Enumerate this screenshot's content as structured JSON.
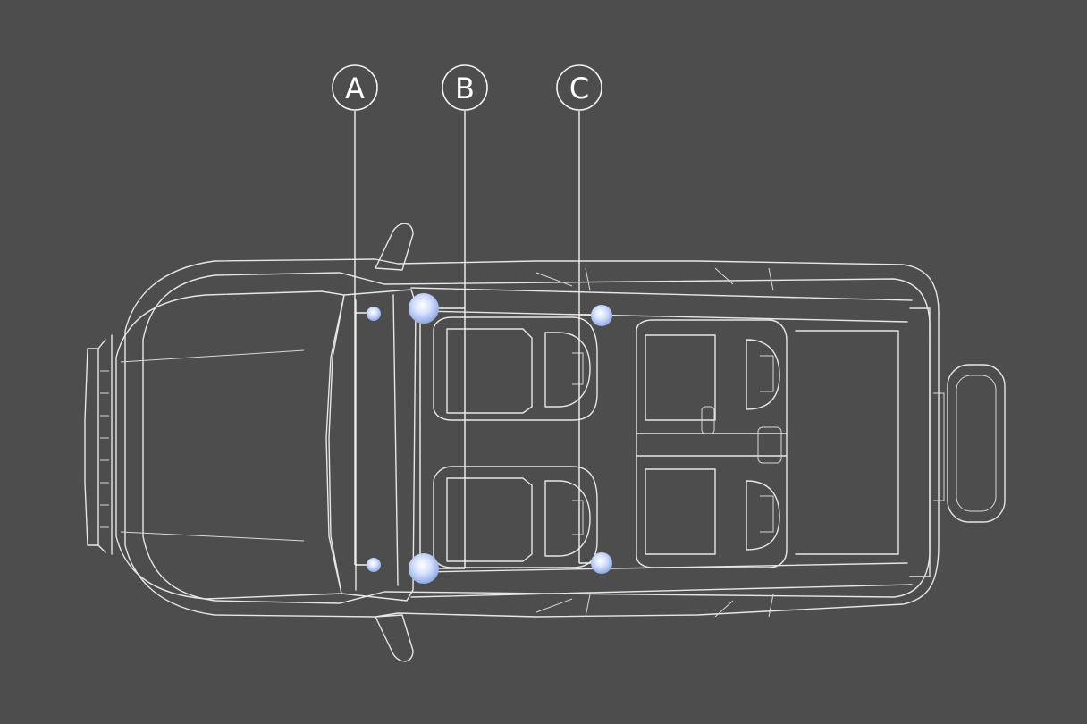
{
  "colors": {
    "background": "#4d4d4d",
    "line": "#e6e6e6",
    "speaker_core": "#eef3ff",
    "speaker_glow": "#a9bff0"
  },
  "callouts": [
    {
      "id": "A",
      "label": "A"
    },
    {
      "id": "B",
      "label": "B"
    },
    {
      "id": "C",
      "label": "C"
    }
  ],
  "icons": [
    "car-top-view-illustration",
    "speaker-icon"
  ]
}
